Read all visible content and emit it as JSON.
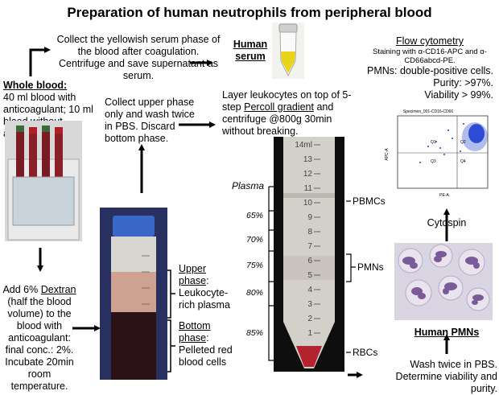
{
  "title": "Preparation of human neutrophils from peripheral blood",
  "serum_step": "Collect the yellowish serum phase of the blood after coagulation. Centrifuge and save supernatant as serum.",
  "human_serum_label": "Human serum",
  "whole_blood": {
    "heading": "Whole blood:",
    "text": "40 ml blood with anticoagulant; 10 ml blood without anticoagulant"
  },
  "upper_phase_step": "Collect upper phase only and wash twice in PBS. Discard bottom phase.",
  "percoll_step": {
    "before": "Layer leukocytes on top of 5-step ",
    "link": "Percoll gradient",
    "after": " and centrifuge @800g 30min without breaking."
  },
  "flow": {
    "heading": "Flow cytometry",
    "staining": "Staining with α-CD16-APC and α-CD66abcd-PE.",
    "pmns": "PMNs: double-positive cells.",
    "purity": "Purity: >97%.",
    "viability": "Viability > 99%.",
    "plot_title": "Specimen_001-CD16-CD66",
    "x_axis": "PE-A",
    "y_axis": "APC-A",
    "quadrants": [
      "Q1",
      "Q2",
      "Q3",
      "Q4"
    ]
  },
  "dextran_step": {
    "before": "Add 6% ",
    "link": "Dextran",
    "after": " (half the blood volume) to the blood with anticoagulant: final conc.: 2%. Incubate 20min room temperature."
  },
  "tube_labels": {
    "upper_heading": "Upper phase",
    "upper_text": "Leukocyte-rich plasma",
    "bottom_heading": "Bottom phase",
    "bottom_text": "Pelleted red blood cells"
  },
  "gradient_labels": {
    "plasma": "Plasma",
    "steps": [
      "65%",
      "70%",
      "75%",
      "80%",
      "85%"
    ]
  },
  "fraction_labels": {
    "pbmcs": "PBMCs",
    "pmns": "PMNs",
    "rbcs": "RBCs"
  },
  "tube_scale": [
    "14ml",
    "13",
    "12",
    "11",
    "10",
    "9",
    "8",
    "7",
    "6",
    "5",
    "4",
    "3",
    "2",
    "1"
  ],
  "cytospin_label": "Cytospin",
  "human_pmns_label": "Human PMNs",
  "wash_step": "Wash twice in PBS. Determine viability and purity.",
  "colors": {
    "serum_yellow": "#e8d21a",
    "blood_red": "#b3242f",
    "pmn_purple": "#7a5a98",
    "flow_blue": "#1f3fd0"
  }
}
